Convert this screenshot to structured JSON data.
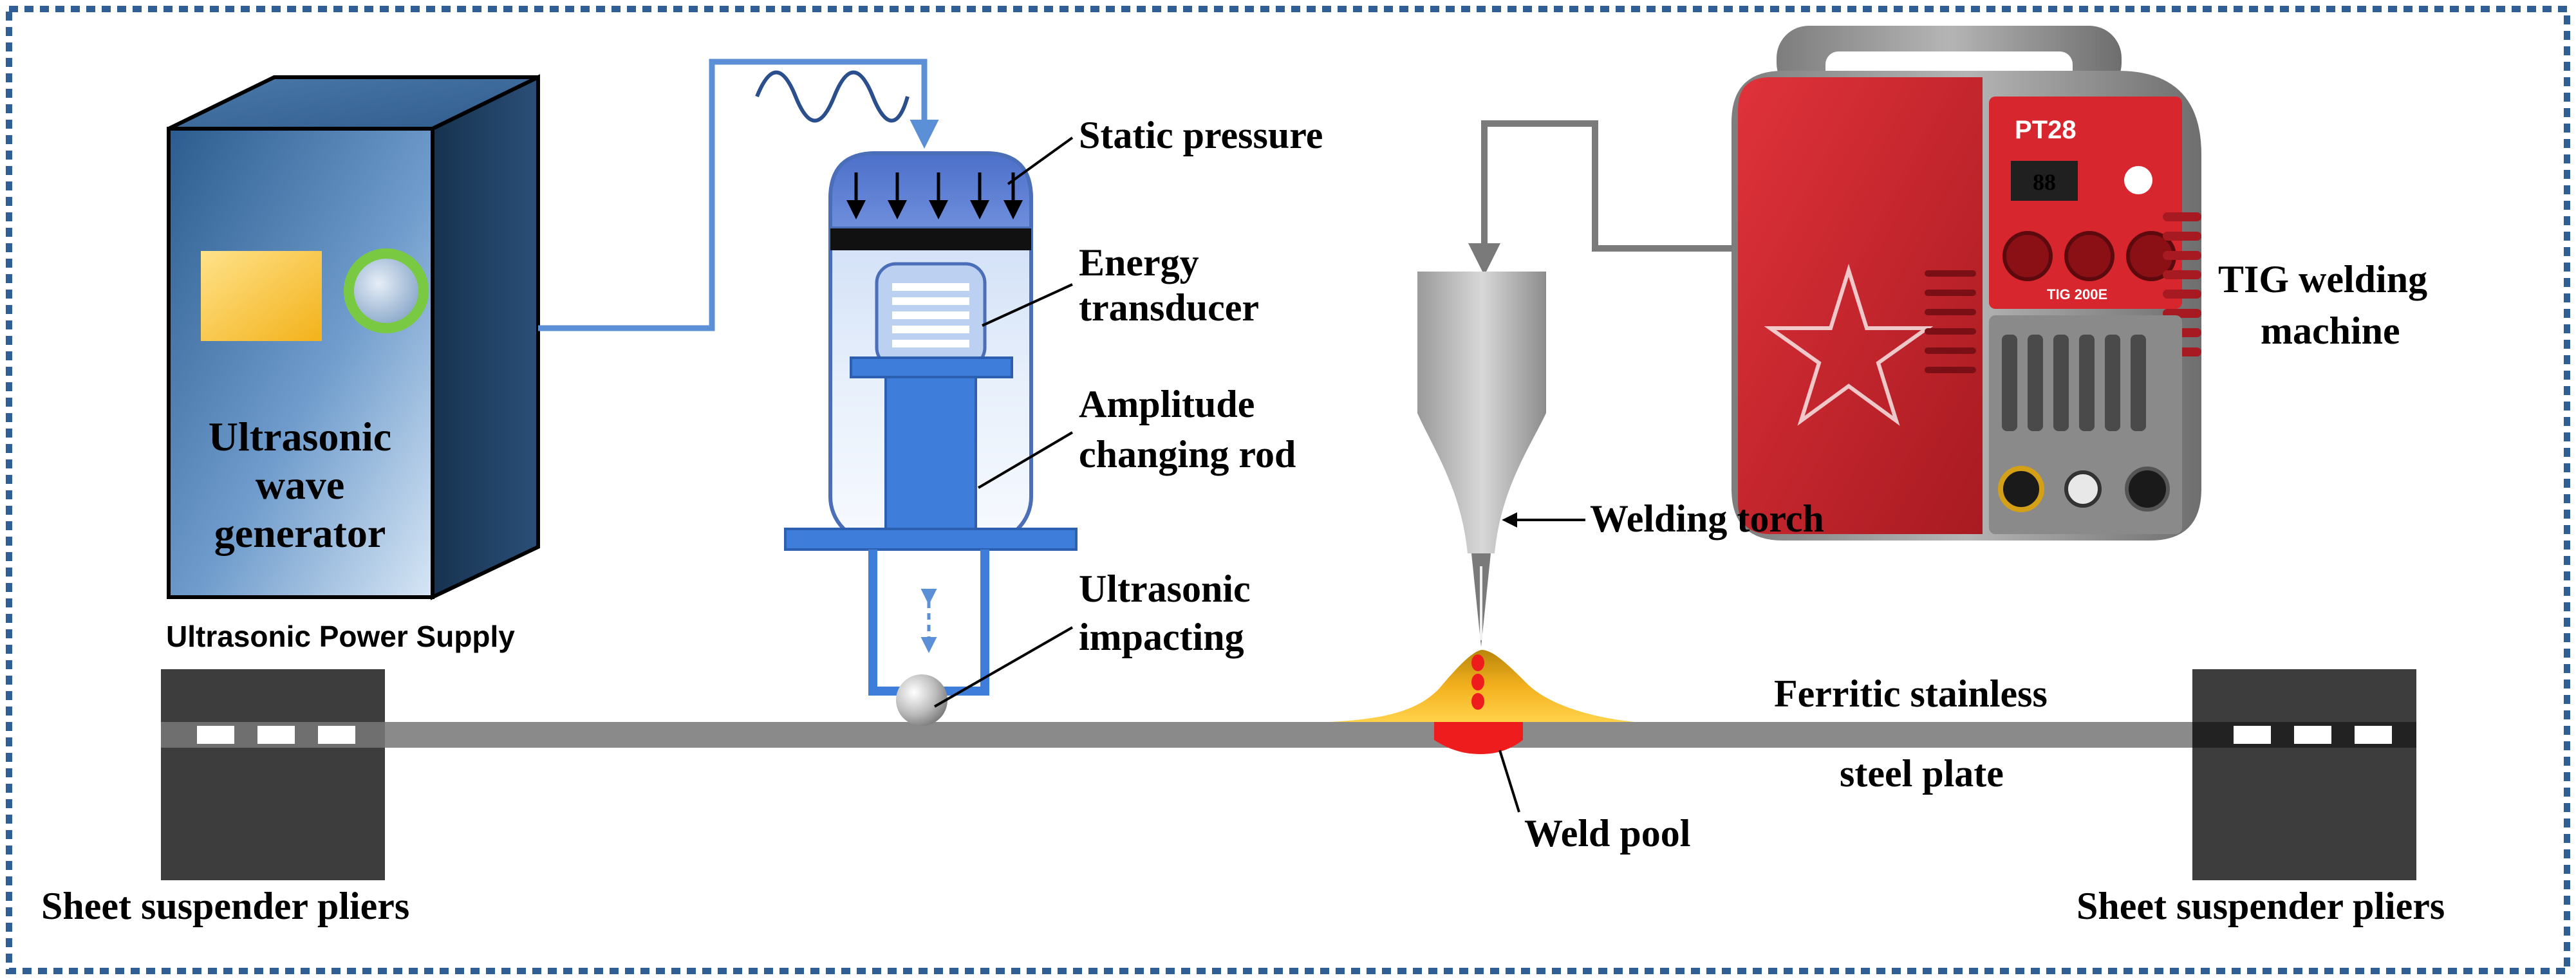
{
  "labels": {
    "generator_l1": "Ultrasonic",
    "generator_l2": "wave",
    "generator_l3": "generator",
    "power_supply": "Ultrasonic Power Supply",
    "static_pressure": "Static pressure",
    "energy_l1": "Energy",
    "energy_l2": "transducer",
    "amplitude_l1": "Amplitude",
    "amplitude_l2": "changing rod",
    "impacting_l1": "Ultrasonic",
    "impacting_l2": "impacting",
    "welding_torch": "Welding torch",
    "tig_l1": "TIG welding",
    "tig_l2": "machine",
    "plate_l1": "Ferritic stainless",
    "plate_l2": "steel plate",
    "weld_pool": "Weld pool",
    "pliers_left": "Sheet suspender pliers",
    "pliers_right": "Sheet suspender pliers"
  },
  "machine": {
    "brand": "PT28",
    "panel_text": "TIG 200E"
  },
  "colors": {
    "border": "#2f5f95",
    "cable_blue": "#5b8fd6",
    "generator_blue": "#3c6a9c",
    "plate_gray": "#8a8a8a",
    "pliers_dark": "#3d3d3d",
    "machine_red": "#c8242c",
    "weld_red": "#ee1c1c",
    "weld_yellow": "#f4b400"
  }
}
